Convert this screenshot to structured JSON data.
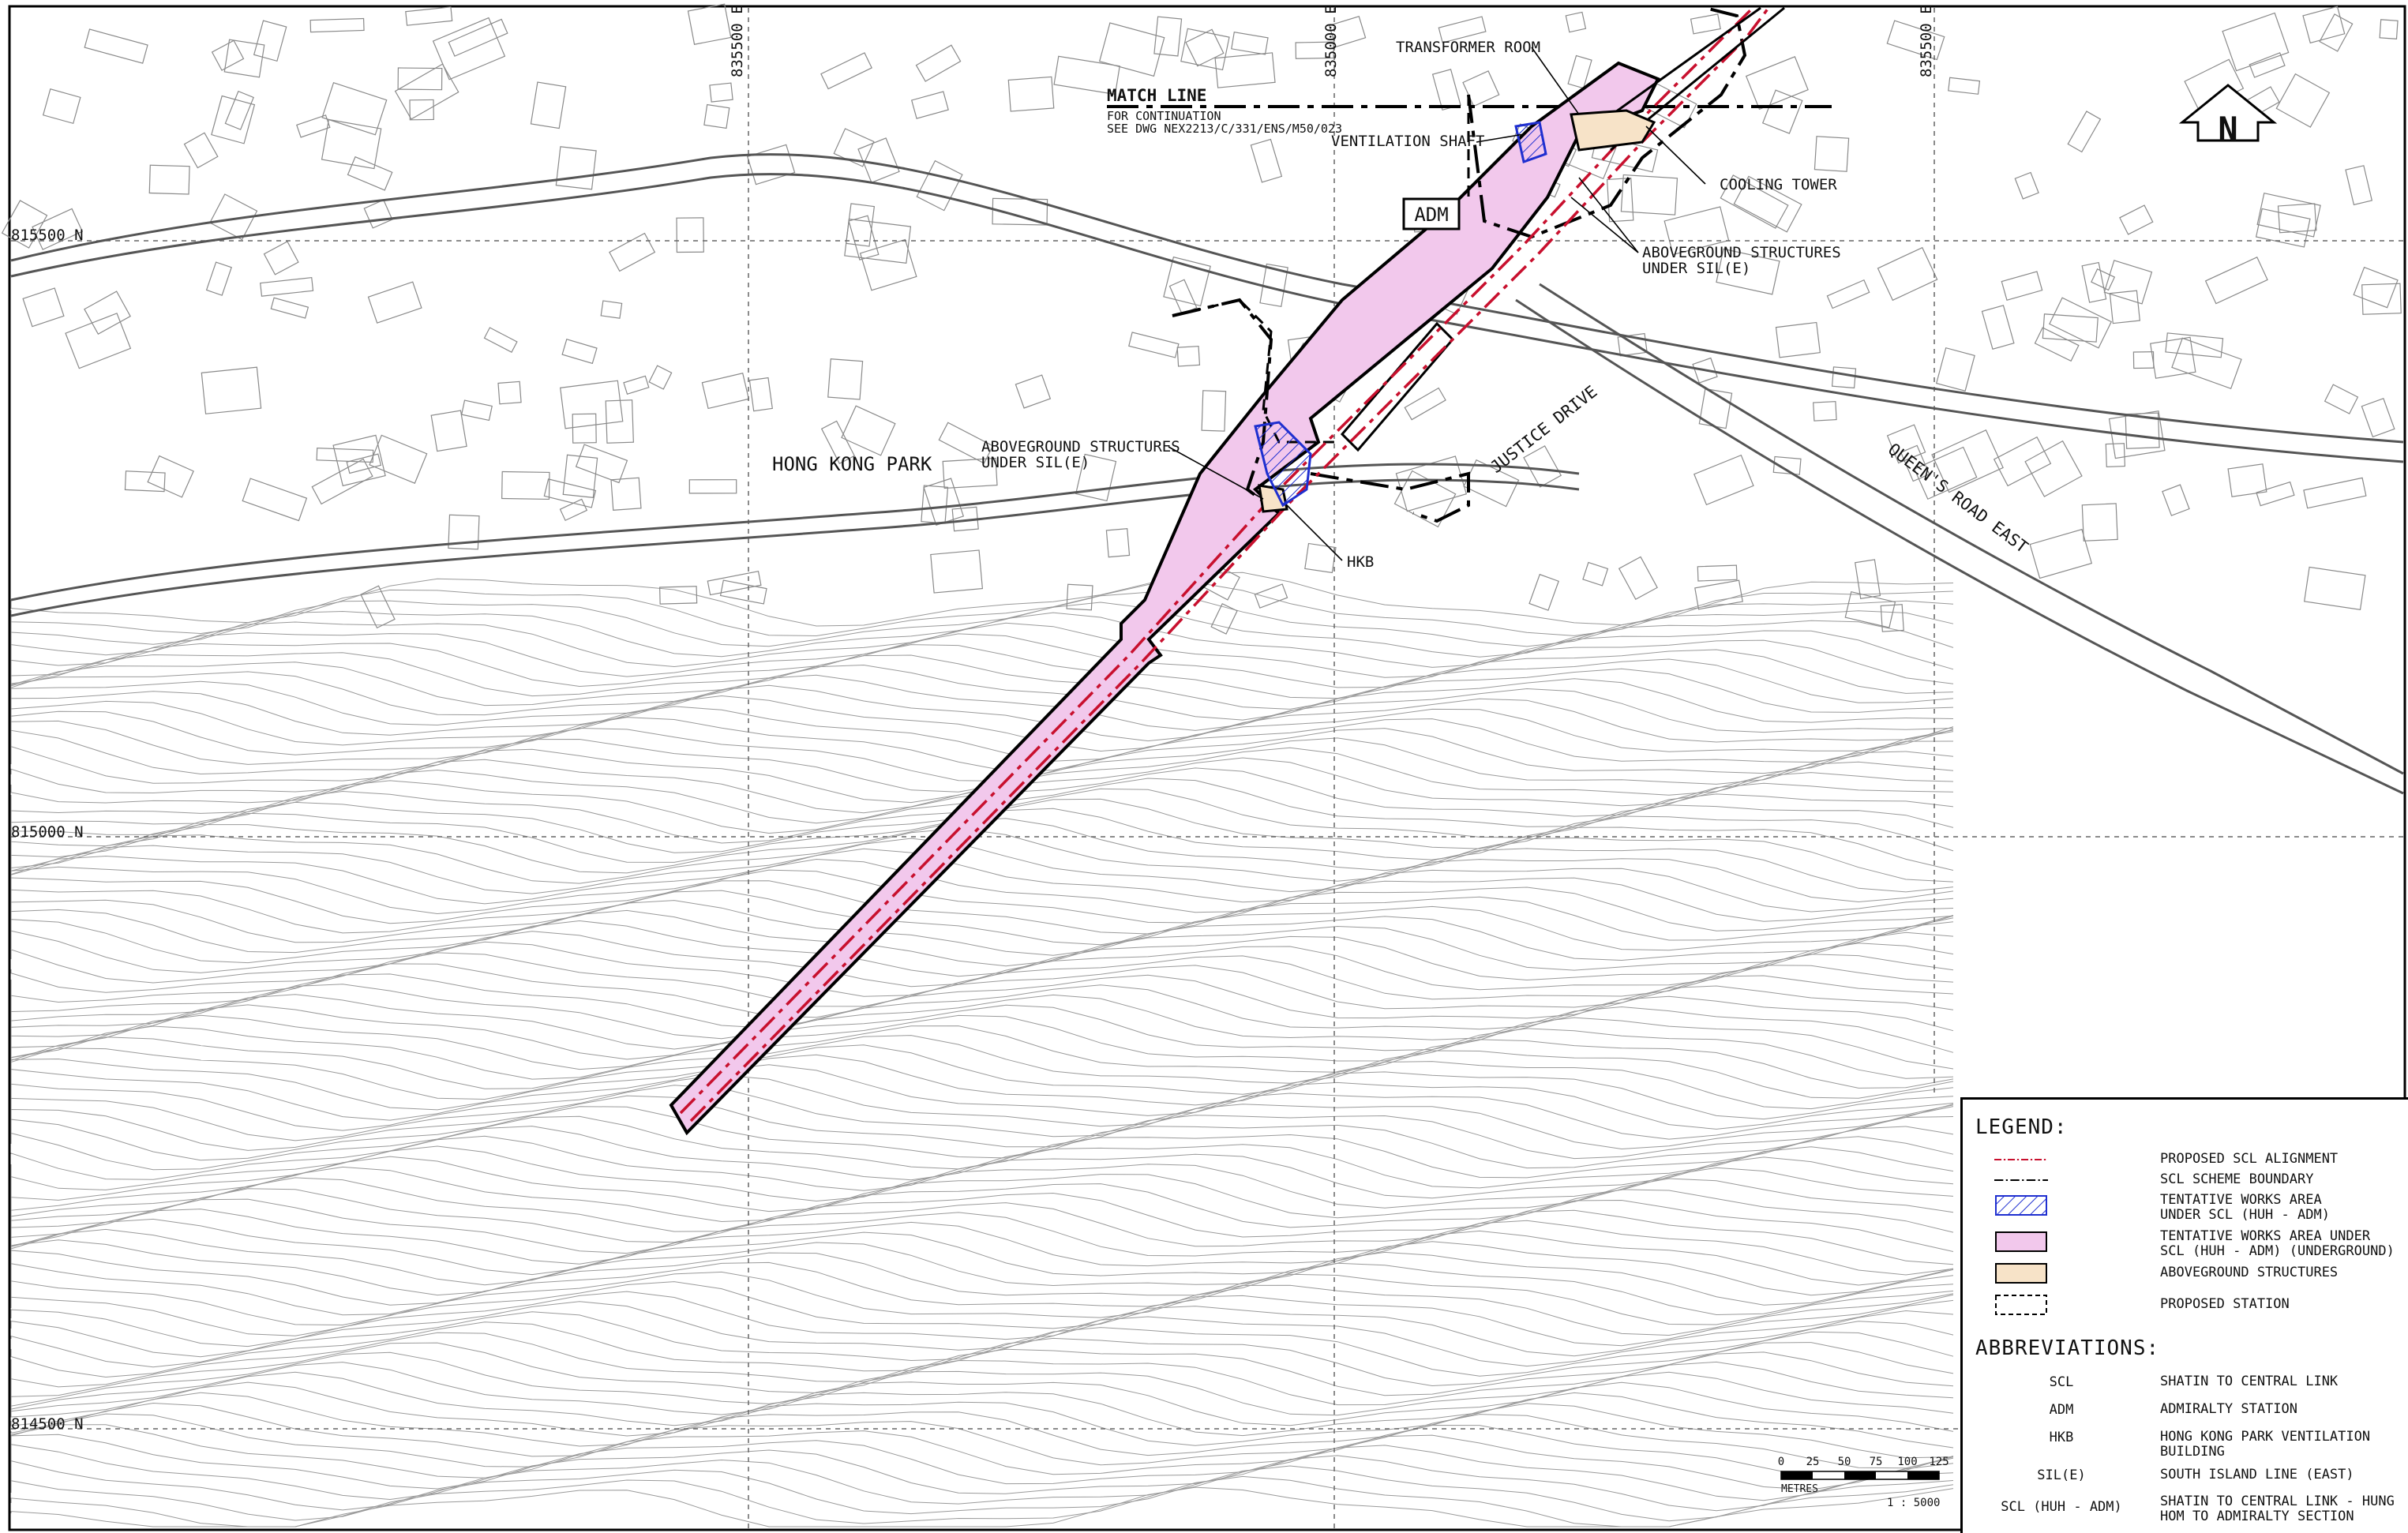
{
  "coords": {
    "east_1": "835500 E",
    "east_2": "835000 E",
    "east_3": "835500 E",
    "north_1": "815500 N",
    "north_2": "815000 N",
    "north_3": "814500 N"
  },
  "labels": {
    "match_line": "MATCH LINE",
    "match_line_sub1": "FOR CONTINUATION",
    "match_line_sub2": "SEE DWG NEX2213/C/331/ENS/M50/023",
    "transformer_room": "TRANSFORMER ROOM",
    "ventilation_shaft": "VENTILATION SHAFT",
    "adm": "ADM",
    "cooling_tower": "COOLING TOWER",
    "aboveground_1a": "ABOVEGROUND STRUCTURES",
    "aboveground_1b": "UNDER SIL(E)",
    "aboveground_2a": "ABOVEGROUND STRUCTURES",
    "aboveground_2b": "UNDER SIL(E)",
    "hong_kong_park": "HONG KONG PARK",
    "justice_drive": "JUSTICE DRIVE",
    "queens_road_east": "QUEEN'S ROAD EAST",
    "hkb": "HKB"
  },
  "legend": {
    "title": "LEGEND:",
    "items": [
      {
        "symbol": "red-dash-dot-line",
        "label": "PROPOSED SCL ALIGNMENT"
      },
      {
        "symbol": "black-dash-dot-line",
        "label": "SCL SCHEME BOUNDARY"
      },
      {
        "symbol": "blue-hatch-box",
        "label": "TENTATIVE WORKS AREA\nUNDER SCL (HUH - ADM)"
      },
      {
        "symbol": "pink-box",
        "label": "TENTATIVE WORKS AREA UNDER\nSCL (HUH - ADM) (UNDERGROUND)"
      },
      {
        "symbol": "beige-box",
        "label": "ABOVEGROUND STRUCTURES"
      },
      {
        "symbol": "dashed-box",
        "label": "PROPOSED STATION"
      }
    ],
    "colors": {
      "alignment": "#c8102e",
      "pink": "#f2c8ec",
      "beige": "#f7e3c8",
      "blue": "#1f2fd0"
    }
  },
  "abbreviations": {
    "title": "ABBREVIATIONS:",
    "items": [
      {
        "key": "SCL",
        "value": "SHATIN TO CENTRAL LINK"
      },
      {
        "key": "ADM",
        "value": "ADMIRALTY STATION"
      },
      {
        "key": "HKB",
        "value": "HONG KONG PARK VENTILATION\nBUILDING"
      },
      {
        "key": "SIL(E)",
        "value": "SOUTH ISLAND LINE (EAST)"
      },
      {
        "key": "SCL (HUH - ADM)",
        "value": "SHATIN TO CENTRAL LINK - HUNG\nHOM TO ADMIRALTY SECTION"
      }
    ]
  },
  "scale_bar": {
    "ticks": [
      "0",
      "25",
      "50",
      "75",
      "100",
      "125"
    ],
    "unit": "METRES",
    "ratio": "1 : 5000"
  },
  "north_arrow": {
    "letter": "N"
  }
}
